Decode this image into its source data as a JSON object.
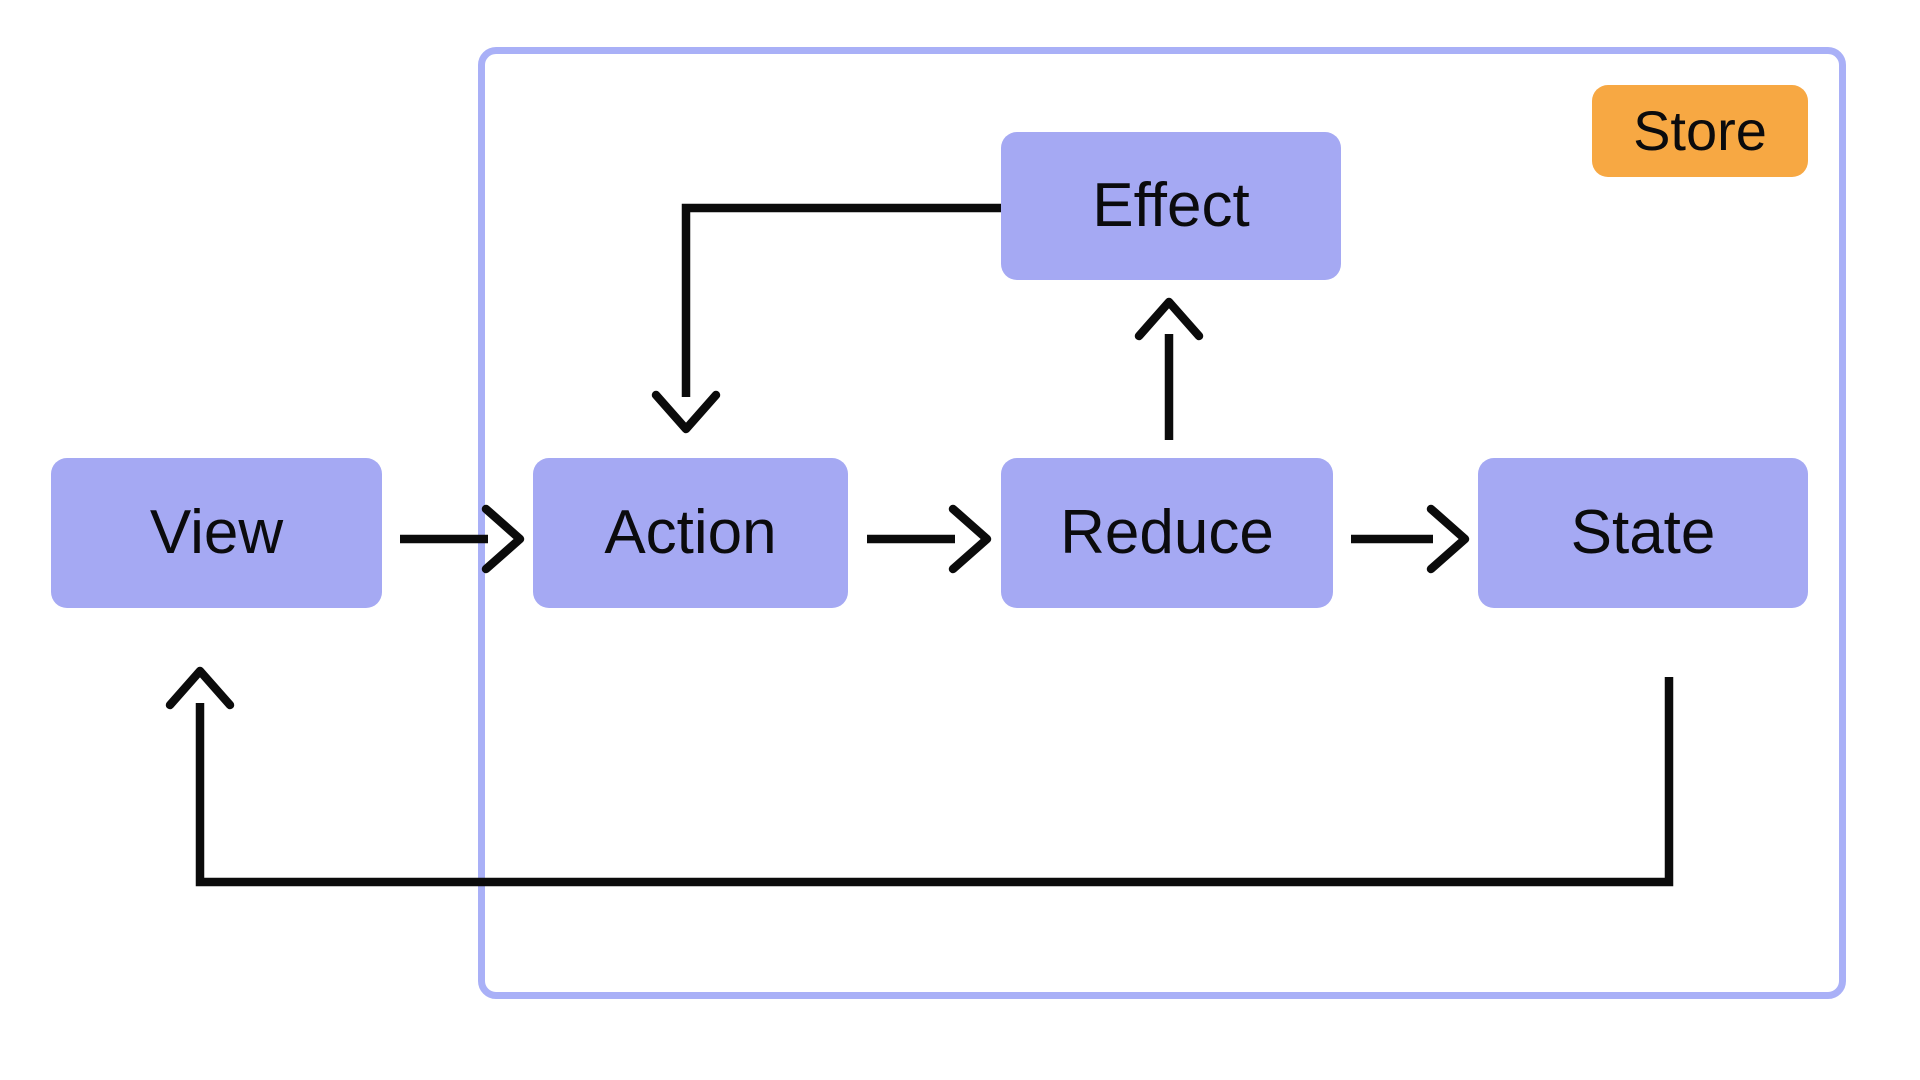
{
  "diagram": {
    "title_none": "",
    "store": {
      "label": "Store"
    },
    "nodes": [
      {
        "id": "view",
        "label": "View"
      },
      {
        "id": "action",
        "label": "Action"
      },
      {
        "id": "reduce",
        "label": "Reduce"
      },
      {
        "id": "state",
        "label": "State"
      },
      {
        "id": "effect",
        "label": "Effect"
      }
    ],
    "edges": [
      {
        "from": "view",
        "to": "action",
        "style": "straight-right"
      },
      {
        "from": "action",
        "to": "reduce",
        "style": "straight-right"
      },
      {
        "from": "reduce",
        "to": "state",
        "style": "straight-right"
      },
      {
        "from": "reduce",
        "to": "effect",
        "style": "straight-up"
      },
      {
        "from": "effect",
        "to": "action",
        "style": "elbow-left-down"
      },
      {
        "from": "state",
        "to": "view",
        "style": "elbow-down-left-up"
      }
    ],
    "colors": {
      "background": "#FFFFFF",
      "node_fill": "#A5A9F3",
      "store_border": "#A9B0F7",
      "badge_fill": "#F7A843",
      "arrow": "#0B0B0B",
      "text": "#0B0B0D"
    }
  }
}
